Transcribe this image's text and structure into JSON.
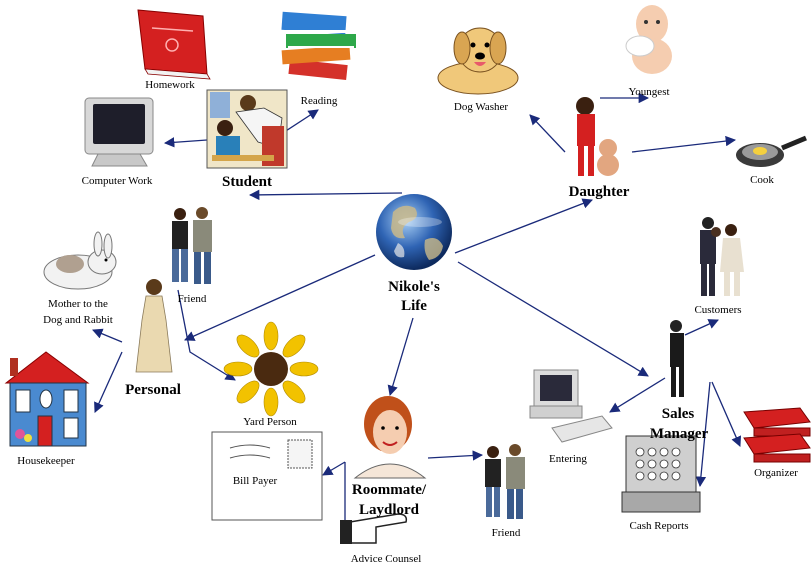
{
  "center": {
    "label_line1": "Nikole's",
    "label_line2": "Life"
  },
  "roles": {
    "student": "Student",
    "daughter": "Daughter",
    "personal": "Personal",
    "roommate_line1": "Roommate/",
    "roommate_line2": "Laydlord",
    "sales_line1": "Sales",
    "sales_line2": "Manager"
  },
  "tasks": {
    "homework": "Homework",
    "reading": "Reading",
    "computer_work": "Computer Work",
    "dog_washer": "Dog Washer",
    "youngest": "Youngest",
    "cook": "Cook",
    "friend_personal": "Friend",
    "mother_line1": "Mother to the",
    "mother_line2": "Dog and Rabbit",
    "housekeeper": "Housekeeper",
    "yard_person": "Yard Person",
    "bill_payer": "Bill Payer",
    "advice_counsel": "Advice Counsel",
    "friend_roommate": "Friend",
    "entering": "Entering",
    "customers": "Customers",
    "organizer": "Organizer",
    "cash_reports": "Cash Reports"
  },
  "colors": {
    "arrow": "#1a2a7a",
    "earth": "#2a5aa8",
    "book_red": "#d42020",
    "house_blue": "#4a8ad0",
    "roof_red": "#d42020",
    "sunflower": "#f2c200"
  },
  "icons": [
    "globe-icon",
    "book-icon",
    "books-stack-icon",
    "teacher-student-icon",
    "computer-monitor-icon",
    "dog-icon",
    "baby-icon",
    "girl-with-bear-icon",
    "frying-pan-icon",
    "couple-icon",
    "rabbit-icon",
    "woman-in-gown-icon",
    "house-icon",
    "sunflower-icon",
    "envelope-icon",
    "woman-face-icon",
    "pointing-hand-icon",
    "desktop-computer-icon",
    "business-people-icon",
    "woman-on-phone-icon",
    "cash-register-icon",
    "paper-tray-icon"
  ]
}
